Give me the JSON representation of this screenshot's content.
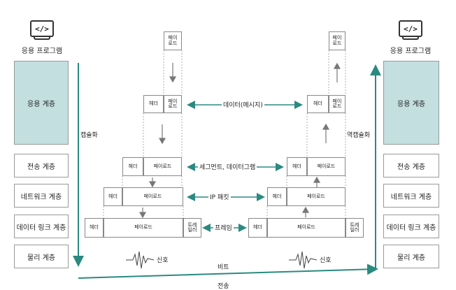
{
  "left": {
    "app_label": "응용 프로그램",
    "layers": [
      "응용 계층",
      "전송 계층",
      "네트워크 계층",
      "데이터 링크 계층",
      "물리 계층"
    ],
    "process_label": "캡슐화"
  },
  "right": {
    "app_label": "응용 프로그램",
    "layers": [
      "응용 계층",
      "전송 계층",
      "네트워크 계층",
      "데이터 링크 계층",
      "물리 계층"
    ],
    "process_label": "역캡슐화"
  },
  "icon_text": "</>",
  "packet": {
    "header": "헤더",
    "payload": "페이로드",
    "payload_short": "페이\n로드",
    "trailer": "트레\n일러"
  },
  "units": {
    "data": "데이터(메시지)",
    "segment": "세그먼트, 데이터그램",
    "packet": "IP 패킷",
    "frame": "프레임"
  },
  "signal_label": "신호",
  "bits_label": "비트",
  "transmission_label": "전송",
  "colors": {
    "accent": "#2a8a80",
    "app_layer": "#c3dfe0",
    "border": "#999999"
  }
}
